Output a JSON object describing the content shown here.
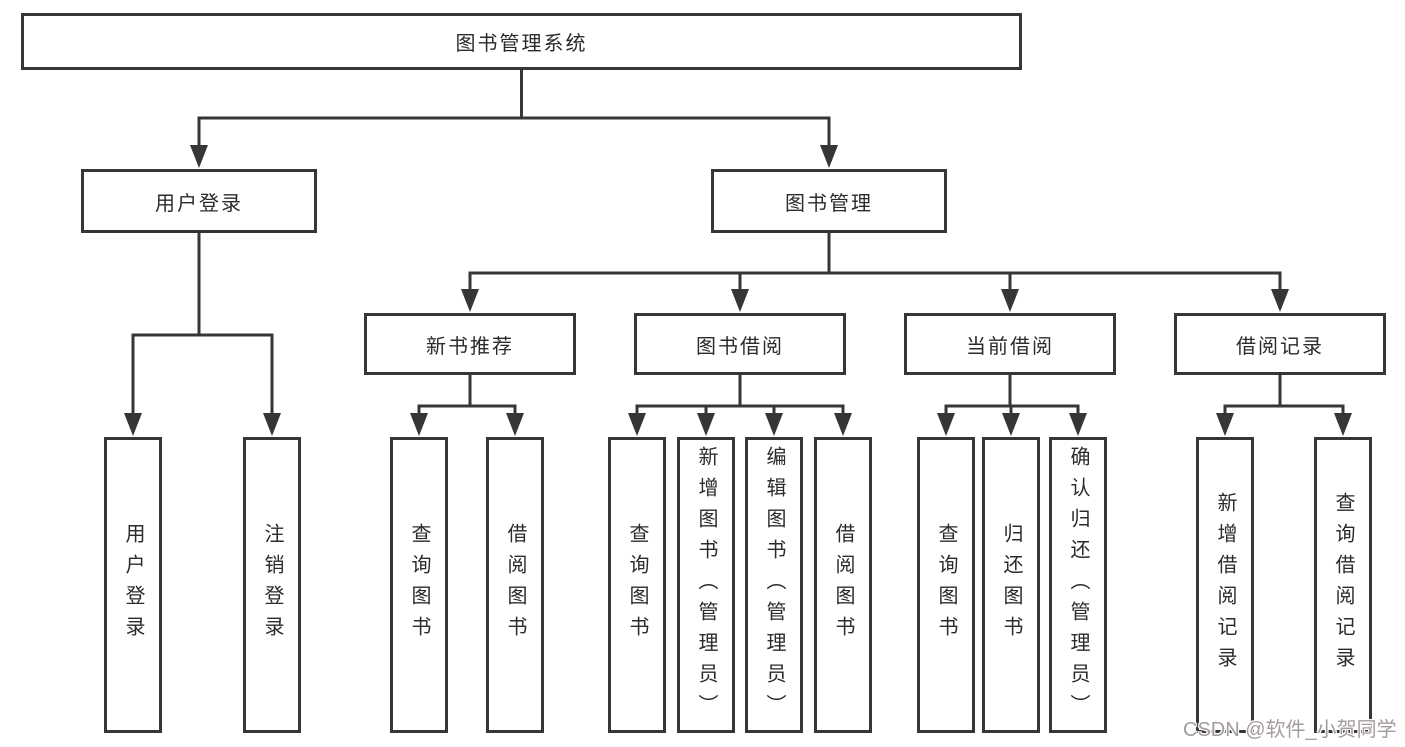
{
  "diagram": {
    "root": {
      "label": "图书管理系统"
    },
    "level2": [
      {
        "label": "用户登录"
      },
      {
        "label": "图书管理"
      }
    ],
    "level3": [
      {
        "label": "新书推荐"
      },
      {
        "label": "图书借阅"
      },
      {
        "label": "当前借阅"
      },
      {
        "label": "借阅记录"
      }
    ],
    "leaves": [
      {
        "label": "用户登录"
      },
      {
        "label": "注销登录"
      },
      {
        "label": "查询图书"
      },
      {
        "label": "借阅图书"
      },
      {
        "label": "查询图书"
      },
      {
        "label": "新增图书（管理员）"
      },
      {
        "label": "编辑图书（管理员）"
      },
      {
        "label": "借阅图书"
      },
      {
        "label": "查询图书"
      },
      {
        "label": "归还图书"
      },
      {
        "label": "确认归还（管理员）"
      },
      {
        "label": "新增借阅记录"
      },
      {
        "label": "查询借阅记录"
      }
    ],
    "watermark": "CSDN @软件_小贺同学",
    "colors": {
      "line": "#363636",
      "box_border": "#363636",
      "text": "#2b2b2b",
      "watermark": "#a49c9c",
      "background": "#ffffff"
    }
  }
}
